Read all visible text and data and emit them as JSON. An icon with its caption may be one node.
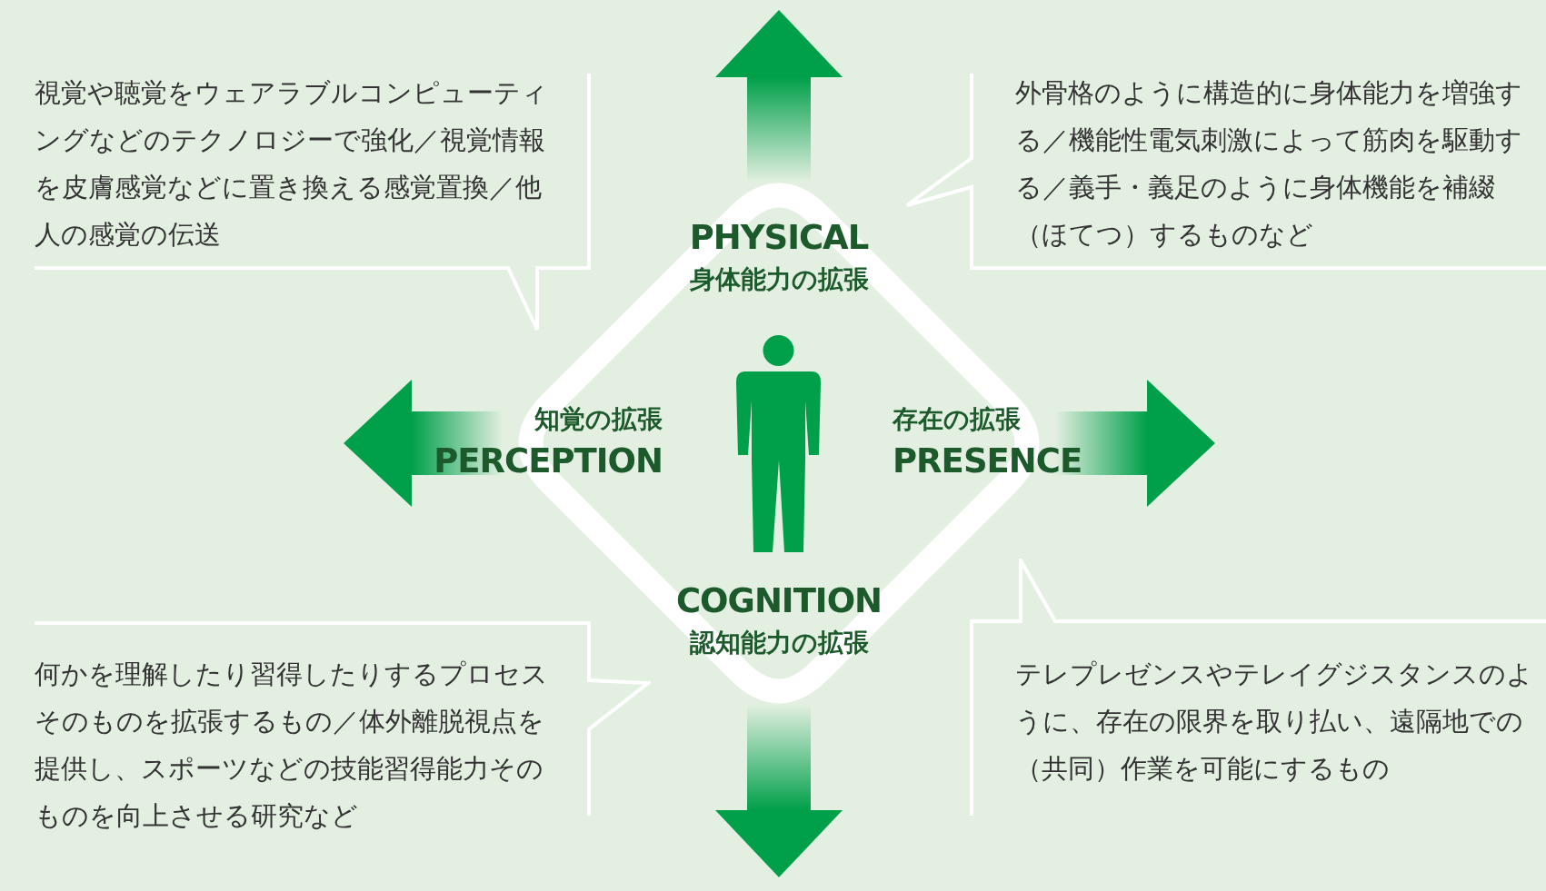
{
  "diagram": {
    "nodes": [
      {
        "text": [
          "視覚や聴覚をウェアラブルコンピューティングなどのテクノロジーで強化／視覚情報を皮膚感覚などに置き換える感覚置換／他人の感覚の伝送"
        ]
      },
      {
        "text": [
          "外骨格のように構造的に身体能力を増強する／機能性電気刺激によって筋肉を駆動する／義手・義足のように身体機能を補綴（ほてつ）するものなど"
        ]
      },
      {
        "text": [],
        "shape": "diamond"
      },
      {
        "text": [
          "PHYSICAL",
          "身体能力の拡張"
        ],
        "in": 2
      },
      {
        "text": [],
        "shape": "person",
        "in": 2
      },
      {
        "text": [
          "COGNITION",
          "認知能力の拡張"
        ],
        "in": 2
      },
      {
        "text": [
          "知覚の拡張",
          "PERCEPTION"
        ]
      },
      {
        "text": [
          "存在の拡張",
          "PRESENCE"
        ]
      },
      {
        "text": [
          "何かを理解したり習得したりするプロセスそのものを拡張するもの／体外離脱視点を提供し、スポーツなどの技能習得能力そのものを向上させる研究など"
        ]
      },
      {
        "text": [
          "テレプレゼンスやテレイグジスタンスのように、存在の限界を取り払い、遠隔地での（共同）作業を可能にするもの"
        ]
      }
    ],
    "edges": [
      {
        "from": 2,
        "to": null,
        "arrow": "to",
        "style": "thick"
      },
      {
        "from": 2,
        "to": null,
        "arrow": "to",
        "style": "thick"
      },
      {
        "from": 2,
        "to": null,
        "arrow": "to",
        "style": "thick"
      },
      {
        "from": 2,
        "to": null,
        "arrow": "to",
        "style": "thick"
      }
    ]
  }
}
